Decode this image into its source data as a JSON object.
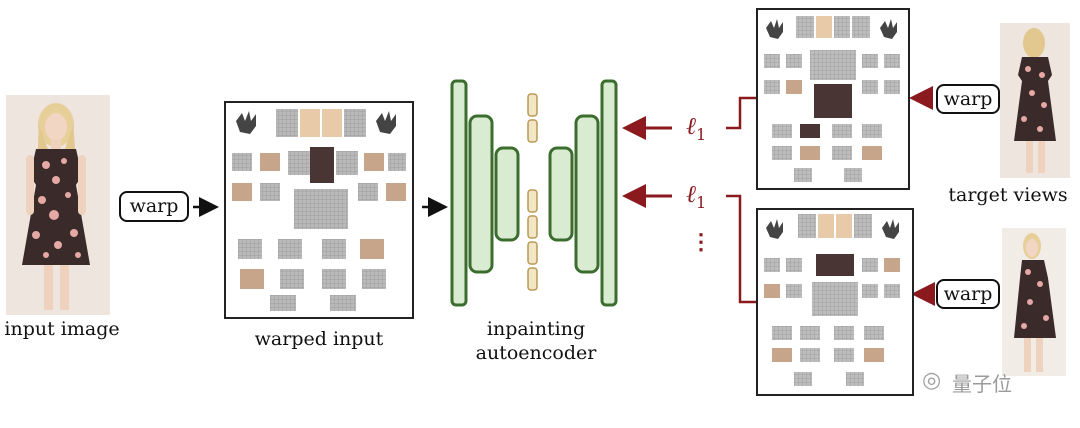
{
  "labels": {
    "input_image": "input image",
    "warped_input": "warped input",
    "inpainting_line1": "inpainting",
    "inpainting_line2": "autoencoder",
    "target_views": "target views"
  },
  "buttons": {
    "warp_left": "warp",
    "warp_top": "warp",
    "warp_bottom": "warp"
  },
  "losses": {
    "top_symbol": "ℓ",
    "top_sub": "1",
    "bottom_symbol": "ℓ",
    "bottom_sub": "1",
    "more": "⋮"
  },
  "watermark": "量子位",
  "colors": {
    "encoder_fill": "#d9ecd2",
    "encoder_stroke": "#3b6e2e",
    "bottleneck_fill": "#f3e6c4",
    "bottleneck_stroke": "#b89a5a",
    "loss_arrow": "#8a1a1e"
  }
}
